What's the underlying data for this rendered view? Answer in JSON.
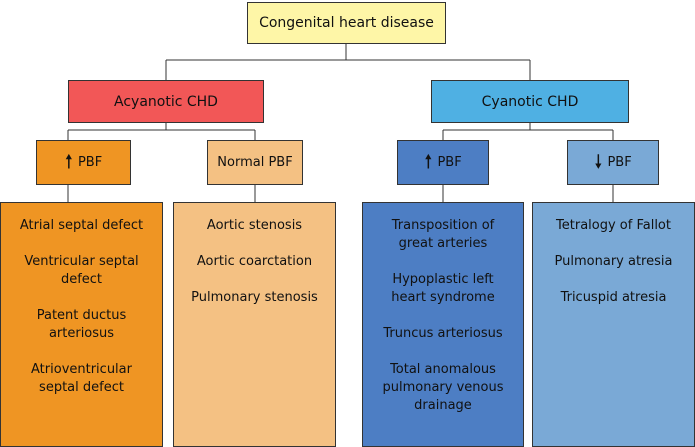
{
  "root": {
    "label": "Congenital heart disease"
  },
  "categories": [
    {
      "label": "Acyanotic CHD",
      "color": "#f25757",
      "groups": [
        {
          "arrow": "up",
          "label": "PBF",
          "color": "#ef9523",
          "items": [
            [
              "Atrial septal defect"
            ],
            [
              "Ventricular septal",
              "defect"
            ],
            [
              "Patent ductus",
              "arteriosus"
            ],
            [
              "Atrioventricular",
              "septal defect"
            ]
          ]
        },
        {
          "arrow": "",
          "label": "Normal PBF",
          "color": "#f4c183",
          "items": [
            [
              "Aortic stenosis"
            ],
            [
              "Aortic coarctation"
            ],
            [
              "Pulmonary stenosis"
            ]
          ]
        }
      ]
    },
    {
      "label": "Cyanotic CHD",
      "color": "#4fb0e3",
      "groups": [
        {
          "arrow": "up",
          "label": "PBF",
          "color": "#4d7ec4",
          "items": [
            [
              "Transposition of",
              "great arteries"
            ],
            [
              "Hypoplastic left",
              "heart syndrome"
            ],
            [
              "Truncus arteriosus"
            ],
            [
              "Total anomalous",
              "pulmonary venous",
              "drainage"
            ]
          ]
        },
        {
          "arrow": "down",
          "label": "PBF",
          "color": "#7aa9d6",
          "items": [
            [
              "Tetralogy of Fallot"
            ],
            [
              "Pulmonary atresia"
            ],
            [
              "Tricuspid atresia"
            ]
          ]
        }
      ]
    }
  ],
  "colors": {
    "root": "#fef6a7",
    "line": "#333333"
  }
}
